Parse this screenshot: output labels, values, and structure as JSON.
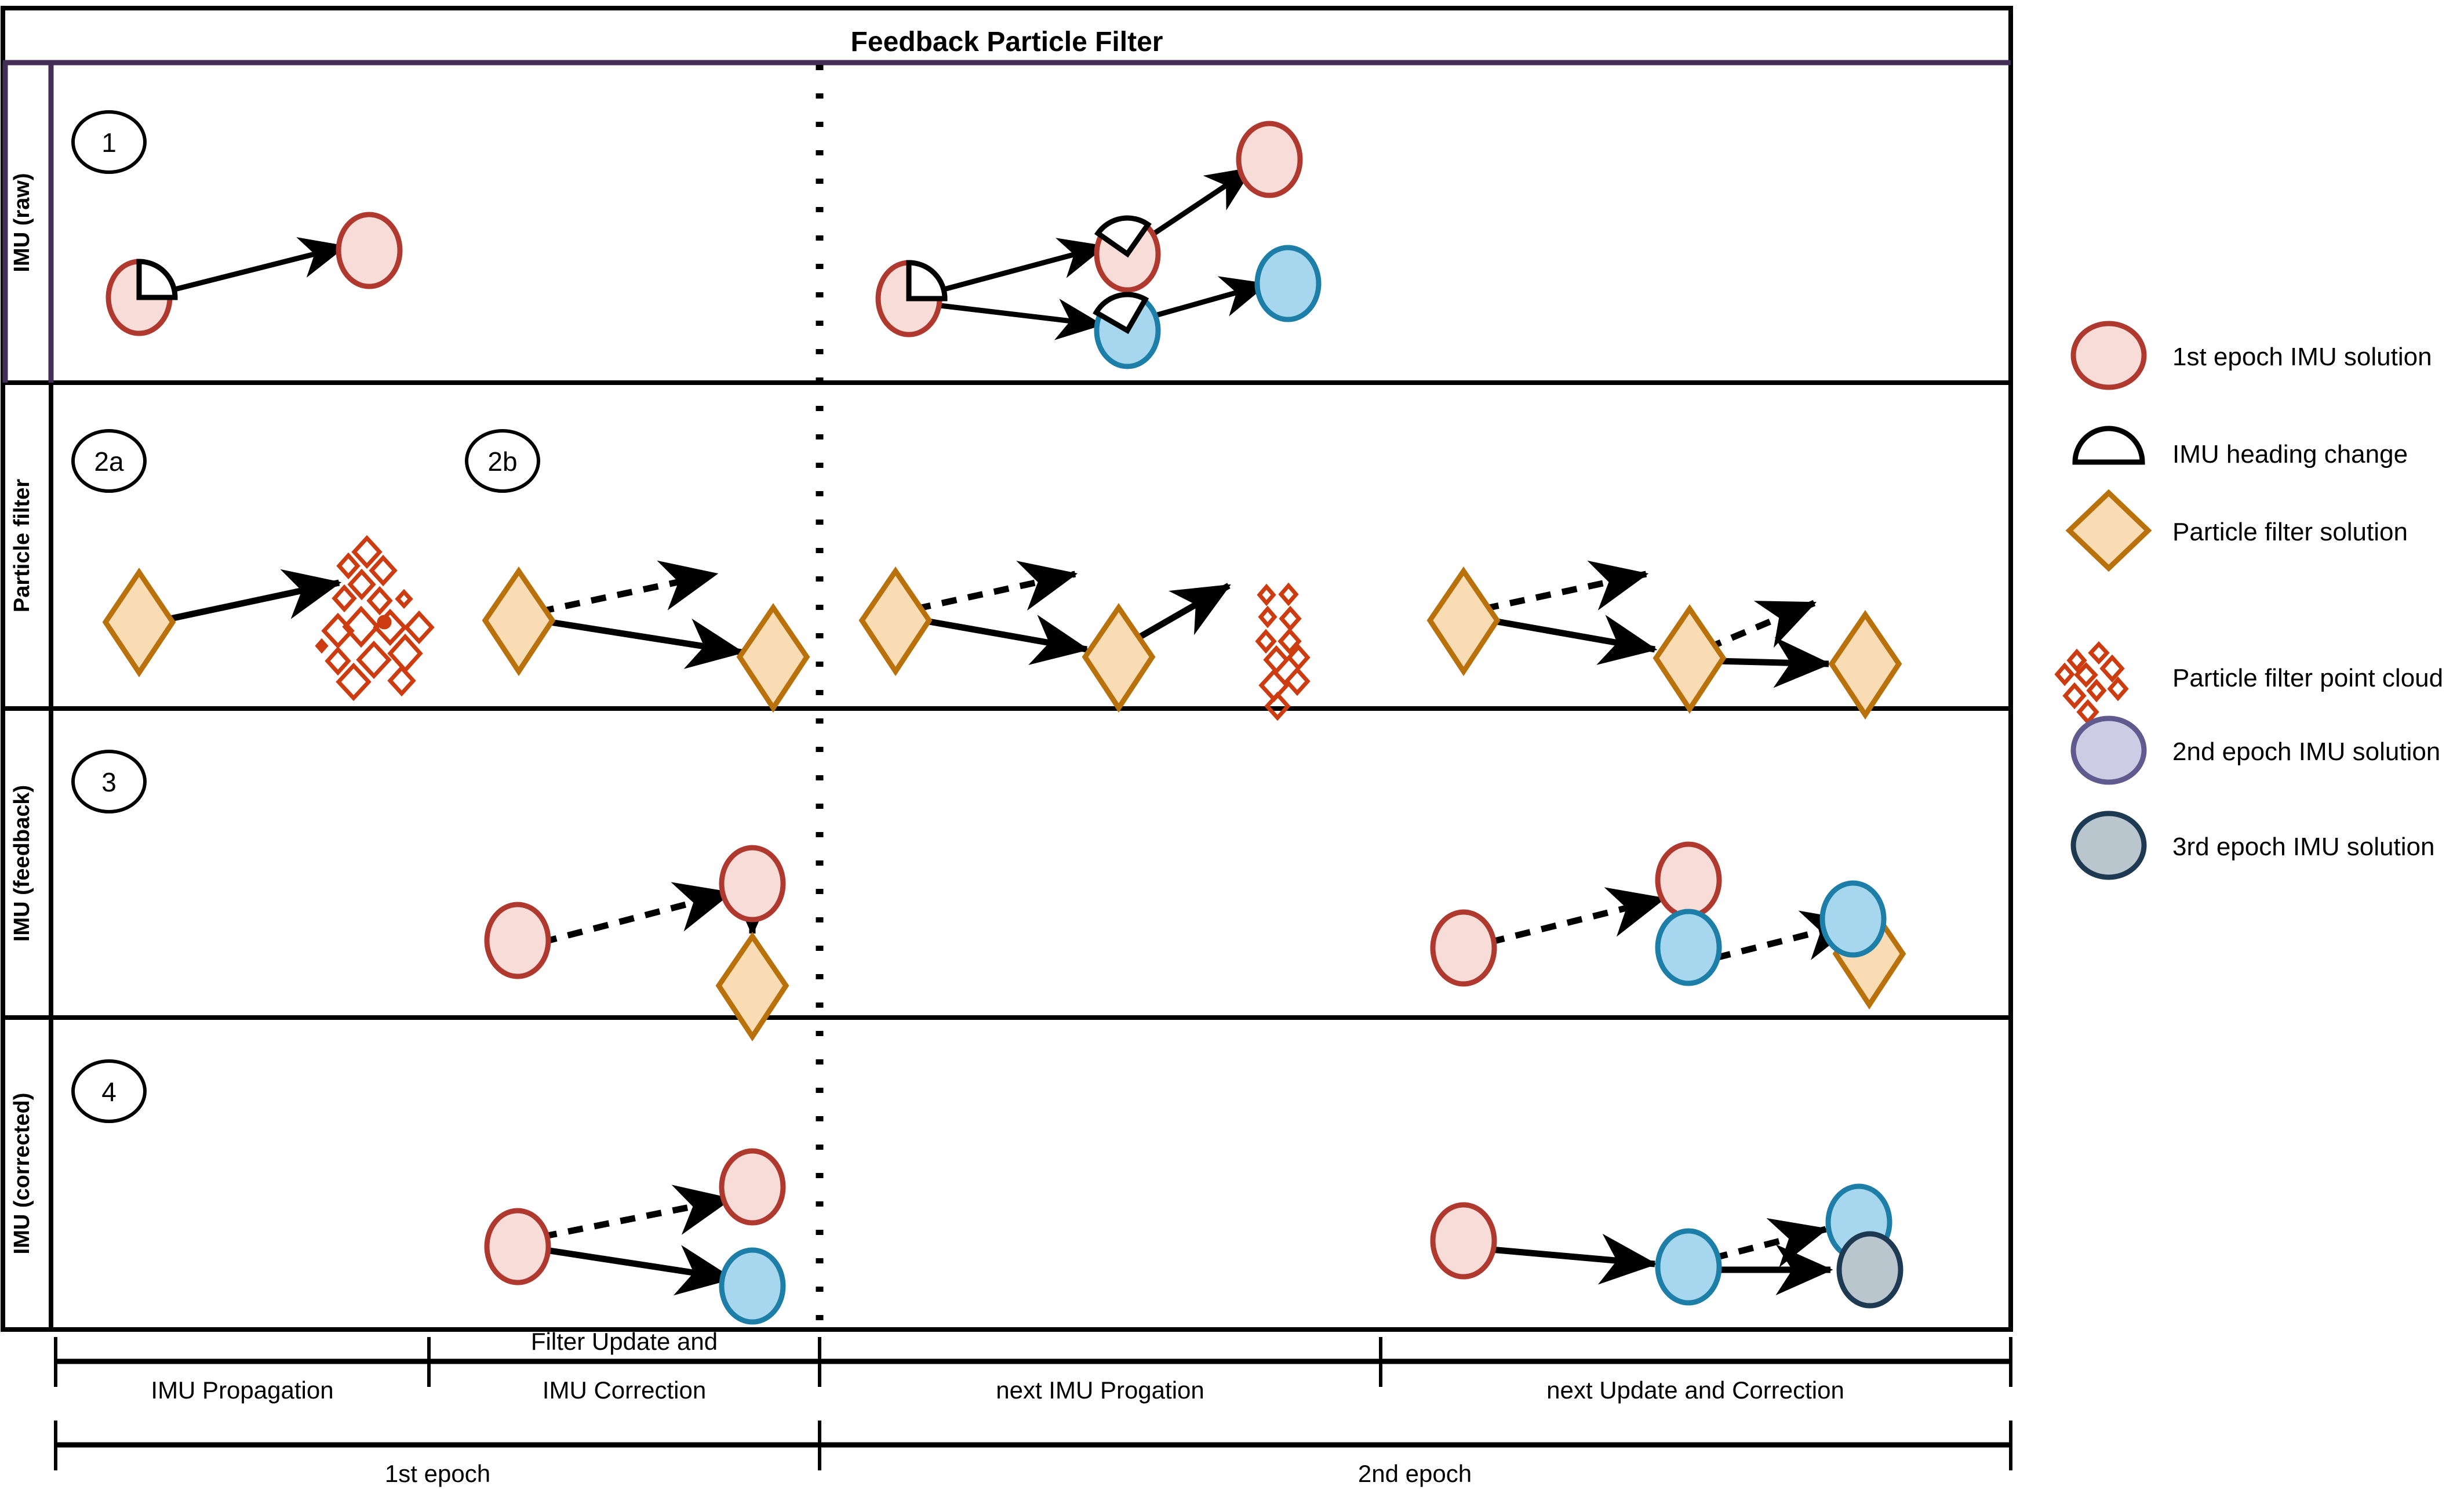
{
  "diagram": {
    "title": "Feedback Particle Filter",
    "rows": [
      {
        "id": "row-imu-raw",
        "label": "IMU (raw)",
        "badges": [
          "1"
        ]
      },
      {
        "id": "row-particle-filter",
        "label": "Particle filter",
        "badges": [
          "2a",
          "2b"
        ]
      },
      {
        "id": "row-imu-feedback",
        "label": "IMU (feedback)",
        "badges": [
          "3"
        ]
      },
      {
        "id": "row-imu-corrected",
        "label": "IMU (corrected)",
        "badges": [
          "4"
        ]
      }
    ],
    "phase_axis": [
      {
        "id": "phase-imu-propagation",
        "lines": [
          "IMU Propagation"
        ]
      },
      {
        "id": "phase-filter-update",
        "lines": [
          "Filter Update and",
          "IMU Correction"
        ]
      },
      {
        "id": "phase-next-imu-propagation",
        "lines": [
          "next IMU Progation"
        ]
      },
      {
        "id": "phase-next-update-correction",
        "lines": [
          "next Update and Correction"
        ]
      }
    ],
    "epoch_axis": [
      {
        "id": "epoch-1",
        "label": "1st epoch"
      },
      {
        "id": "epoch-2",
        "label": "2nd epoch"
      }
    ]
  },
  "legend": {
    "items": [
      {
        "id": "legend-imu-1st",
        "icon": "circle-pink-icon",
        "label": "1st epoch IMU solution",
        "fill": "#f8dcd8",
        "stroke": "#b0392f"
      },
      {
        "id": "legend-heading-change",
        "icon": "heading-arc-icon",
        "label": "IMU heading change",
        "fill": "#ffffff",
        "stroke": "#000000"
      },
      {
        "id": "legend-pf-solution",
        "icon": "diamond-orange-icon",
        "label": "Particle filter solution",
        "fill": "#fadcb4",
        "stroke": "#b9710c"
      },
      {
        "id": "legend-pf-point-cloud",
        "icon": "point-cloud-icon",
        "label": "Particle filter point cloud",
        "fill": "none",
        "stroke": "#cc3c10"
      },
      {
        "id": "legend-imu-2nd",
        "icon": "circle-lavender-icon",
        "label": "2nd epoch IMU solution",
        "fill": "#cdcce4",
        "stroke": "#605a8e"
      },
      {
        "id": "legend-imu-3rd",
        "icon": "circle-gray-icon",
        "label": "3rd epoch IMU solution",
        "fill": "#bac6ce",
        "stroke": "#1e3a52"
      }
    ]
  },
  "colors": {
    "pink_fill": "#f8dcd8",
    "pink_stroke": "#b0392f",
    "blue_fill": "#a6d7ef",
    "blue_stroke": "#1d7fa8",
    "gray_fill": "#bac6ce",
    "gray_stroke": "#1e3a52",
    "lavender_fill": "#cdcce4",
    "lavender_stroke": "#605a8e",
    "orange_fill": "#fadcb4",
    "orange_stroke": "#b9710c",
    "cloud_stroke": "#cc3c10",
    "frame": "#000000",
    "row1_accent": "#432f55"
  },
  "chart_data": {
    "type": "diagram",
    "title": "Feedback Particle Filter",
    "row_labels": [
      "IMU (raw)",
      "Particle filter",
      "IMU (feedback)",
      "IMU (corrected)"
    ],
    "stage_badges": [
      "1",
      "2a",
      "2b",
      "3",
      "4"
    ],
    "phases": [
      "IMU Propagation",
      "Filter Update and IMU Correction",
      "next IMU Progation",
      "next Update and Correction"
    ],
    "epochs": [
      "1st epoch",
      "2nd epoch"
    ],
    "legend_entries": [
      "1st epoch IMU solution",
      "IMU heading change",
      "Particle filter solution",
      "Particle filter point cloud",
      "2nd epoch IMU solution",
      "3rd epoch IMU solution"
    ]
  }
}
